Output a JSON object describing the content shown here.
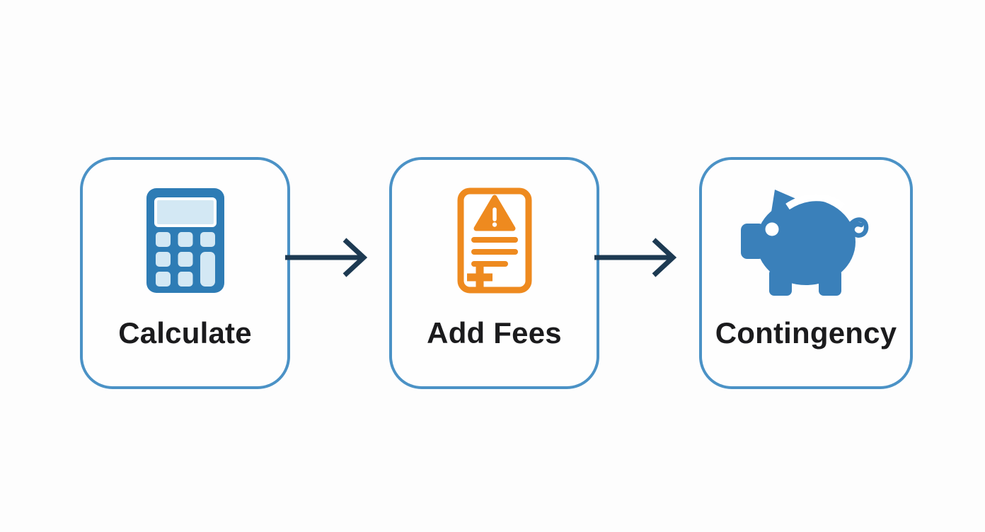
{
  "diagram": {
    "type": "flowchart",
    "direction": "left-to-right",
    "steps": [
      {
        "label": "Calculate",
        "icon": "calculator-icon",
        "icon_color": "#2e7cb5"
      },
      {
        "label": "Add Fees",
        "icon": "document-warning-icon",
        "icon_color": "#ee8a1f"
      },
      {
        "label": "Contingency",
        "icon": "piggy-bank-icon",
        "icon_color": "#3a80ba"
      }
    ],
    "connectors": [
      {
        "from": "Calculate",
        "to": "Add Fees",
        "style": "arrow-right"
      },
      {
        "from": "Add Fees",
        "to": "Contingency",
        "style": "arrow-right"
      }
    ],
    "colors": {
      "background": "#fdfdfd",
      "box_border": "#4b92c6",
      "box_fill": "#fefefe",
      "arrow": "#1d3a52",
      "label_text": "#1b1b1d",
      "icon_blue": "#2e7cb5",
      "icon_light_blue": "#d3e8f4",
      "icon_orange": "#ee8a1f"
    }
  }
}
